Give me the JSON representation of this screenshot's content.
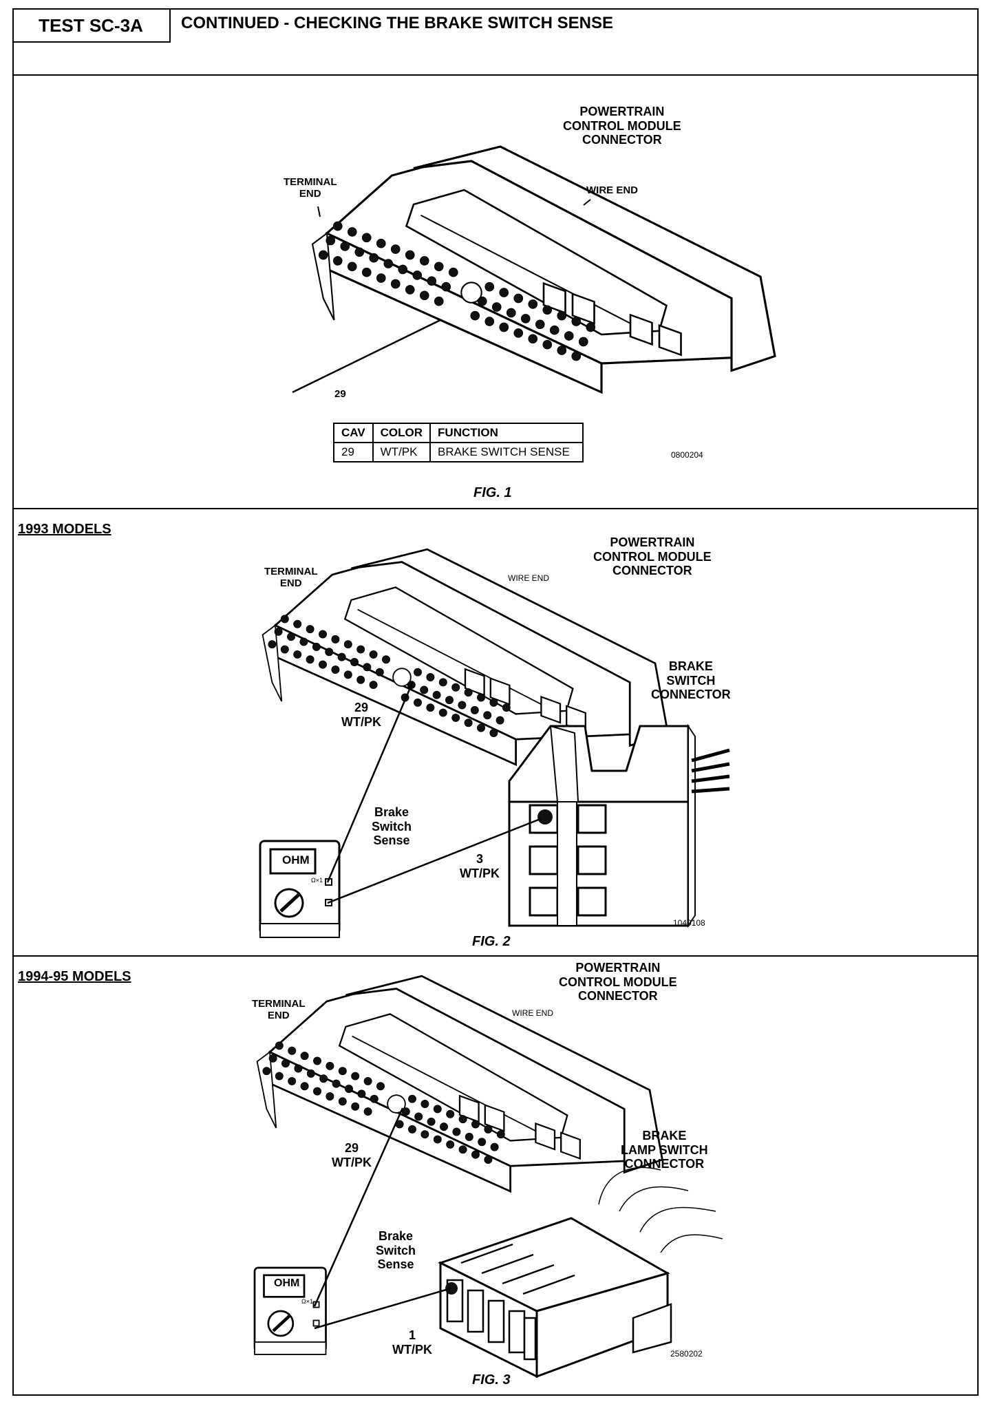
{
  "header": {
    "test_id": "TEST SC-3A",
    "title": "CONTINUED - CHECKING THE BRAKE SWITCH SENSE"
  },
  "fig1": {
    "connector_label": [
      "POWERTRAIN",
      "CONTROL MODULE",
      "CONNECTOR"
    ],
    "terminal_end": [
      "TERMINAL",
      "END"
    ],
    "wire_end": "WIRE END",
    "pin_callout": "29",
    "table": {
      "headers": [
        "CAV",
        "COLOR",
        "FUNCTION"
      ],
      "rows": [
        [
          "29",
          "WT/PK",
          "BRAKE SWITCH SENSE"
        ]
      ]
    },
    "code": "0800204",
    "caption": "FIG. 1"
  },
  "fig2": {
    "section": "1993 MODELS",
    "connector_label": [
      "POWERTRAIN",
      "CONTROL MODULE",
      "CONNECTOR"
    ],
    "terminal_end": [
      "TERMINAL",
      "END"
    ],
    "wire_end": "WIRE END",
    "pin_label": [
      "29",
      "WT/PK"
    ],
    "brake_connector_label": [
      "BRAKE",
      "SWITCH",
      "CONNECTOR"
    ],
    "sense_label": [
      "Brake",
      "Switch",
      "Sense"
    ],
    "switch_pin_label": [
      "3",
      "WT/PK"
    ],
    "meter_display": "OHM",
    "meter_range": "Ω×1",
    "code": "1040108",
    "caption": "FIG. 2"
  },
  "fig3": {
    "section": "1994-95 MODELS",
    "connector_label": [
      "POWERTRAIN",
      "CONTROL MODULE",
      "CONNECTOR"
    ],
    "terminal_end": [
      "TERMINAL",
      "END"
    ],
    "wire_end": "WIRE END",
    "pin_label": [
      "29",
      "WT/PK"
    ],
    "brake_connector_label": [
      "BRAKE",
      "LAMP SWITCH",
      "CONNECTOR"
    ],
    "sense_label": [
      "Brake",
      "Switch",
      "Sense"
    ],
    "switch_pin_label": [
      "1",
      "WT/PK"
    ],
    "meter_display": "OHM",
    "meter_range": "Ω×1",
    "code": "2580202",
    "caption": "FIG. 3"
  }
}
